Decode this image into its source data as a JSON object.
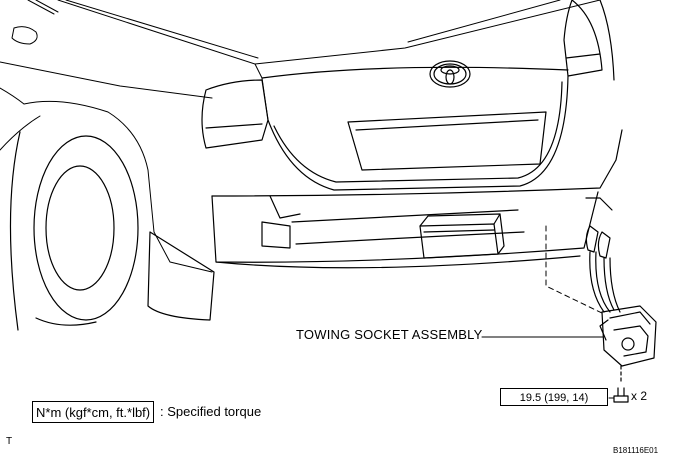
{
  "callouts": {
    "part_name": "TOWING SOCKET ASSEMBLY",
    "torque_value": "19.5 (199, 14)",
    "quantity": "x 2"
  },
  "legend": {
    "unit_box": "N*m (kgf*cm, ft.*lbf)",
    "description": ": Specified torque"
  },
  "footer": {
    "corner_mark": "T",
    "figure_code": "B181116E01"
  }
}
